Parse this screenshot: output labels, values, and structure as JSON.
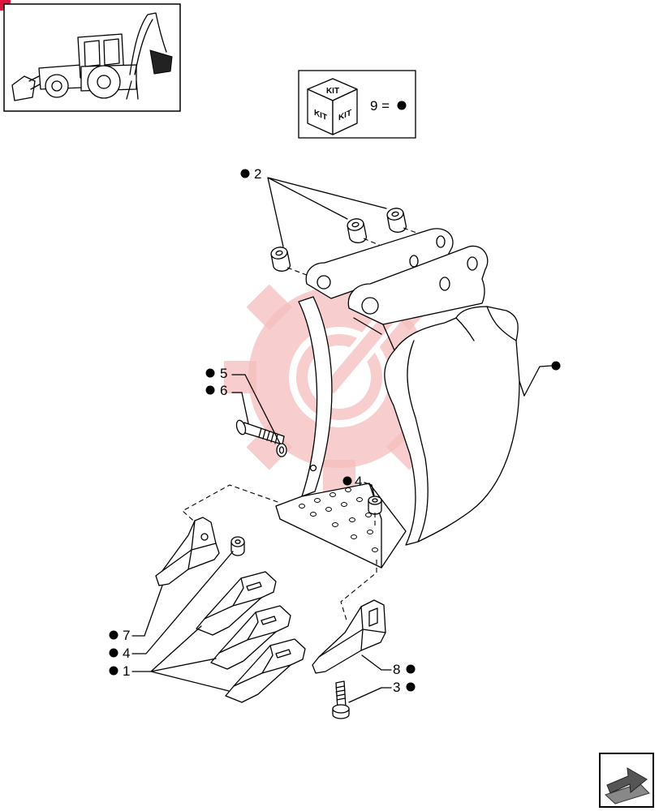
{
  "kit_box": {
    "top_label": "KIT",
    "left_label": "KIT",
    "right_label": "KIT",
    "equation": "9 ="
  },
  "callouts": {
    "bushings": "2",
    "washer": "5",
    "bolt": "6",
    "bucket_nut": "4",
    "side_tooth": "7",
    "tooth_nut": "4",
    "teeth": "1",
    "side_cutter": "8",
    "side_cutter_bolt": "3"
  },
  "icons": {
    "thumbnail": "backhoe-loader-icon",
    "kit": "kit-cube-icon",
    "navigation": "next-page-arrow-icon",
    "watermark": "gear-wrench-watermark"
  },
  "colors": {
    "line": "#000000",
    "watermark": "#f4bcbc",
    "corner_dot": "#e0143c",
    "nav_icon": "#555555"
  }
}
